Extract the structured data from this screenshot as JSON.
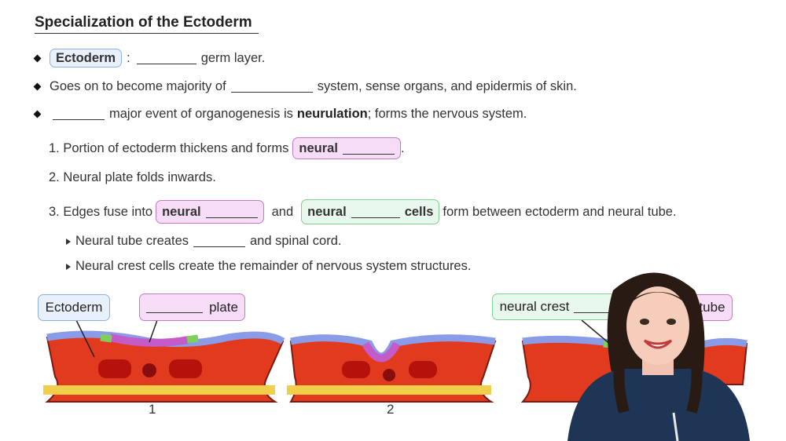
{
  "title": "Specialization of the Ectoderm",
  "bullets": {
    "b1": {
      "pill": "Ectoderm",
      "colon": ":",
      "text": "germ layer."
    },
    "b2": {
      "pre": "Goes on to become majority of",
      "post": "system, sense organs, and epidermis of skin."
    },
    "b3": {
      "pre": "major event of organogenesis is",
      "bold": "neurulation",
      "post": "; forms the nervous system."
    }
  },
  "steps": {
    "s1": {
      "pre": "1.  Portion of ectoderm thickens and forms",
      "pill": "neural",
      "post": "."
    },
    "s2": {
      "text": "2.  Neural plate folds inwards."
    },
    "s3": {
      "pre": "3.  Edges fuse into",
      "pill1": "neural",
      "mid": "and",
      "pill2a": "neural",
      "pill2b": "cells",
      "post": "form between ectoderm and neural tube."
    }
  },
  "subbullets": {
    "sb1": {
      "pre": "Neural tube creates",
      "post": "and spinal cord."
    },
    "sb2": {
      "text": "Neural crest cells create the remainder of nervous system structures."
    }
  },
  "diagram": {
    "label_ectoderm": "Ectoderm",
    "label_plate": "plate",
    "label_crest": "neural crest",
    "label_tube": "tube",
    "fig1": "1",
    "fig2": "2"
  },
  "colors": {
    "ectoderm_blue": "#8a9be8",
    "mesoderm_red": "#e23a1e",
    "endoderm_yellow": "#f2cf4a",
    "neural_pink": "#c55ac9",
    "crest_green": "#7fcf5e",
    "sweater": "#1f3556"
  }
}
